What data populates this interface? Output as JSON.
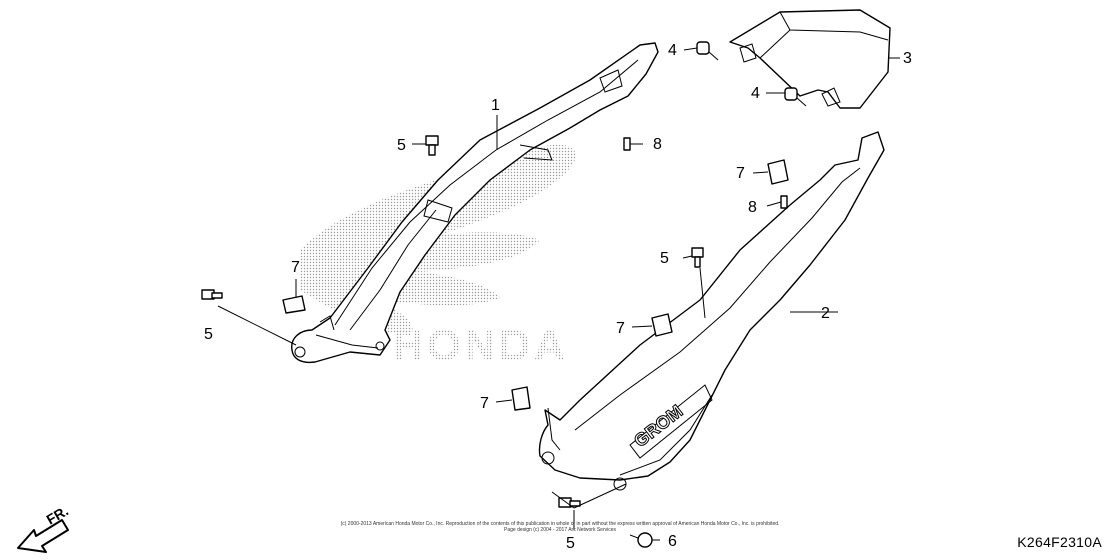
{
  "diagram": {
    "code": "K264F2310A",
    "copyright_line1": "(c) 2000-2013 American Honda Motor Co., Inc. Reproduction of the contents of this publication in whole or in part without the express written approval of American Honda Motor Co., Inc. is prohibited.",
    "copyright_line2": "Page design (c) 2004 - 2017 Arc Network Services",
    "watermark": "HONDA",
    "front_label": "FR.",
    "badge_text": "GROM",
    "callouts": {
      "c1": "1",
      "c2": "2",
      "c3": "3",
      "c4a": "4",
      "c4b": "4",
      "c5a": "5",
      "c5b": "5",
      "c5c": "5",
      "c5d": "5",
      "c6": "6",
      "c7a": "7",
      "c7b": "7",
      "c7c": "7",
      "c7d": "7",
      "c8a": "8",
      "c8b": "8"
    }
  }
}
